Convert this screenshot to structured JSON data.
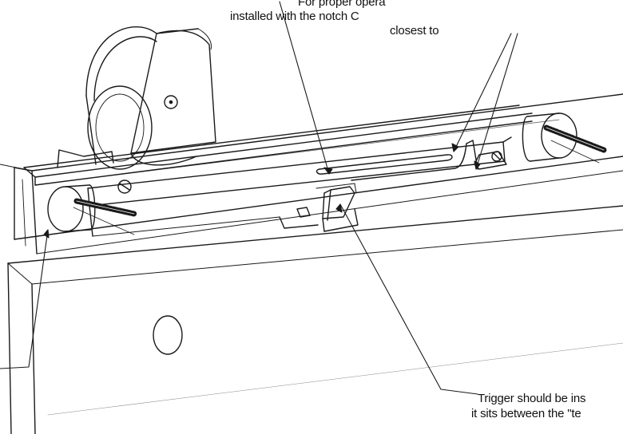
{
  "callouts": {
    "notch_note": {
      "line1": "For proper opera",
      "line2": "installed with the notch C",
      "line3": "closest to"
    },
    "trigger_note": {
      "line1": "Trigger should be ins",
      "line2": "it sits between the \"te"
    }
  },
  "colors": {
    "line": "#1a1a1a",
    "paper": "#ffffff"
  }
}
